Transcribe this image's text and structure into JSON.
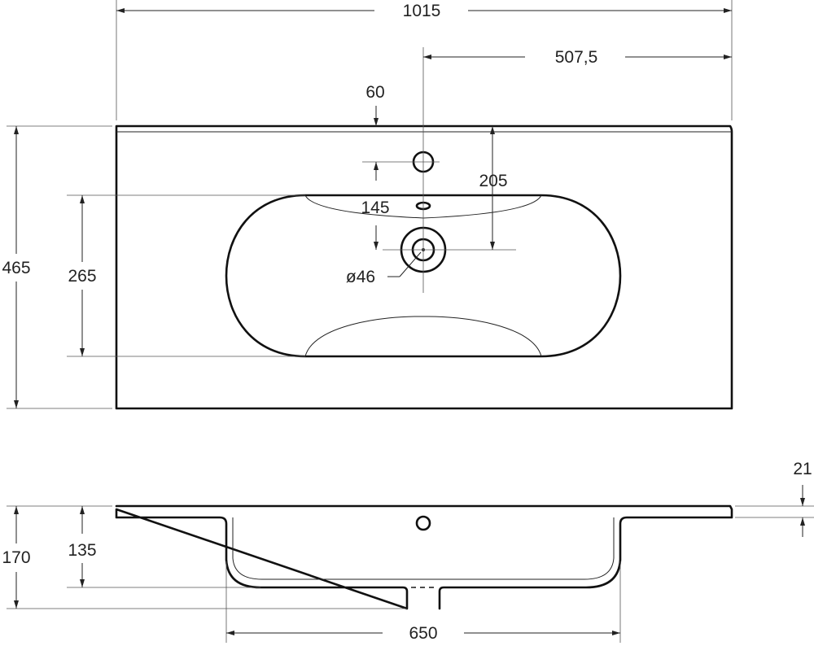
{
  "top_view": {
    "overall_width": "1015",
    "center_offset": "507,5",
    "tap_hole_offset": "60",
    "drain_offset": "205",
    "overflow_offset": "145",
    "drain_diameter": "ø46",
    "overall_depth": "465",
    "bowl_depth": "265"
  },
  "side_view": {
    "rim_thickness": "21",
    "overall_height": "170",
    "bowl_height": "135",
    "bowl_width": "650"
  }
}
